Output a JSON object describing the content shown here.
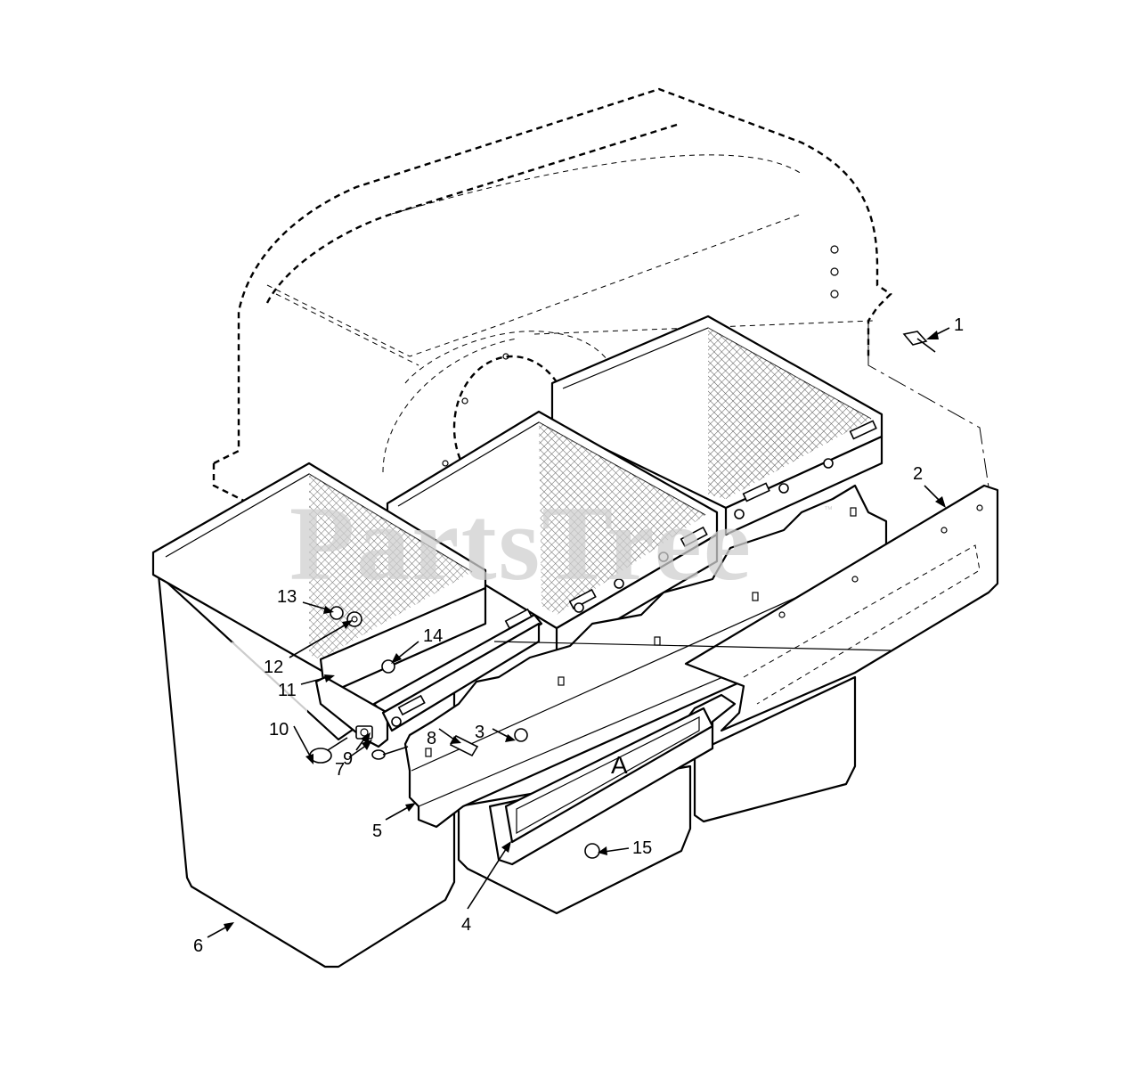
{
  "watermark": {
    "text": "PartsTree",
    "trademark": "™"
  },
  "detail_letter": "A",
  "callouts": [
    {
      "id": "1",
      "label": "1"
    },
    {
      "id": "2",
      "label": "2"
    },
    {
      "id": "3",
      "label": "3"
    },
    {
      "id": "4",
      "label": "4"
    },
    {
      "id": "5",
      "label": "5"
    },
    {
      "id": "6",
      "label": "6"
    },
    {
      "id": "7",
      "label": "7"
    },
    {
      "id": "8",
      "label": "8"
    },
    {
      "id": "9",
      "label": "9"
    },
    {
      "id": "10",
      "label": "10"
    },
    {
      "id": "11",
      "label": "11"
    },
    {
      "id": "12",
      "label": "12"
    },
    {
      "id": "13",
      "label": "13"
    },
    {
      "id": "14",
      "label": "14"
    },
    {
      "id": "15",
      "label": "15"
    }
  ]
}
